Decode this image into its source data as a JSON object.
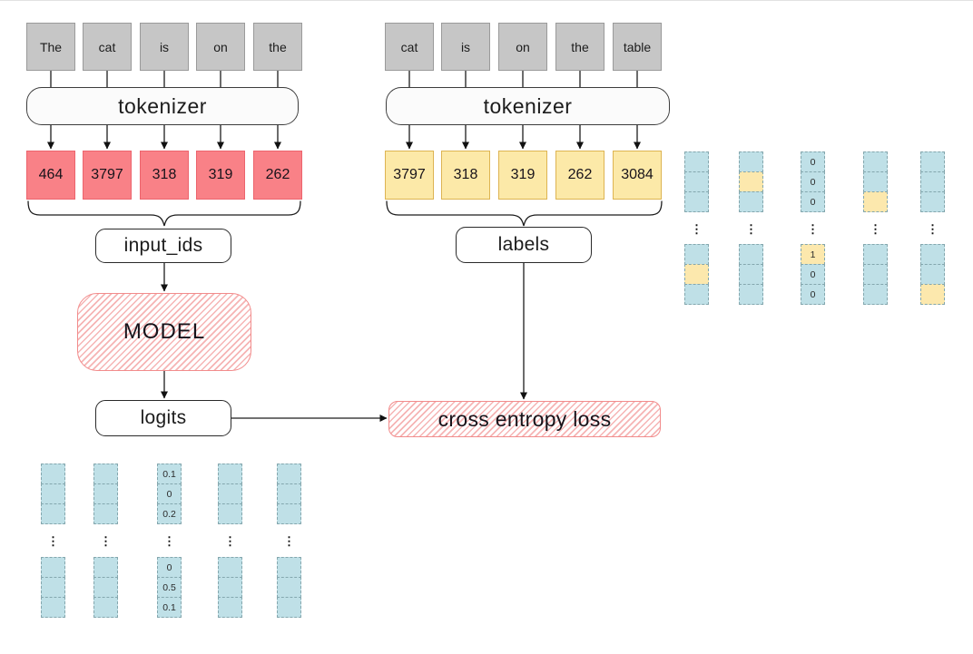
{
  "left_pipeline": {
    "words": [
      "The",
      "cat",
      "is",
      "on",
      "the"
    ],
    "tokenizer_label": "tokenizer",
    "token_ids": [
      "464",
      "3797",
      "318",
      "319",
      "262"
    ],
    "ids_label": "input_ids",
    "model_label": "MODEL",
    "logits_label": "logits"
  },
  "right_pipeline": {
    "words": [
      "cat",
      "is",
      "on",
      "the",
      "table"
    ],
    "tokenizer_label": "tokenizer",
    "token_ids": [
      "3797",
      "318",
      "319",
      "262",
      "3084"
    ],
    "ids_label": "labels"
  },
  "loss_label": "cross entropy loss",
  "ellipsis": "⋮",
  "label_vectors": {
    "columns": [
      {
        "top": [
          "",
          "",
          ""
        ],
        "bottom": [
          "",
          "",
          ""
        ],
        "highlighted_cell": "bottom-middle"
      },
      {
        "top": [
          "",
          "",
          ""
        ],
        "bottom": [
          "",
          "",
          ""
        ],
        "highlighted_cell": "top-middle"
      },
      {
        "top": [
          "0",
          "0",
          "0"
        ],
        "bottom": [
          "1",
          "0",
          "0"
        ],
        "highlighted_cell": "bottom-first"
      },
      {
        "top": [
          "",
          "",
          ""
        ],
        "bottom": [
          "",
          "",
          ""
        ],
        "highlighted_cell": "top-last"
      },
      {
        "top": [
          "",
          "",
          ""
        ],
        "bottom": [
          "",
          "",
          ""
        ],
        "highlighted_cell": "bottom-last"
      }
    ]
  },
  "logit_vectors": {
    "columns": [
      {
        "top": [
          "",
          "",
          ""
        ],
        "bottom": [
          "",
          "",
          ""
        ]
      },
      {
        "top": [
          "",
          "",
          ""
        ],
        "bottom": [
          "",
          "",
          ""
        ]
      },
      {
        "top": [
          "0.1",
          "0",
          "0.2"
        ],
        "bottom": [
          "0",
          "0.5",
          "0.1"
        ]
      },
      {
        "top": [
          "",
          "",
          ""
        ],
        "bottom": [
          "",
          "",
          ""
        ]
      },
      {
        "top": [
          "",
          "",
          ""
        ],
        "bottom": [
          "",
          "",
          ""
        ]
      }
    ]
  },
  "colors": {
    "word_box_fill": "#c6c6c6",
    "input_id_fill": "#f98187",
    "label_id_fill": "#fce9a8",
    "vector_cell_fill": "#bfe0e7",
    "vector_highlight_fill": "#fce8ad",
    "hatch_red": "#f28c8c"
  }
}
